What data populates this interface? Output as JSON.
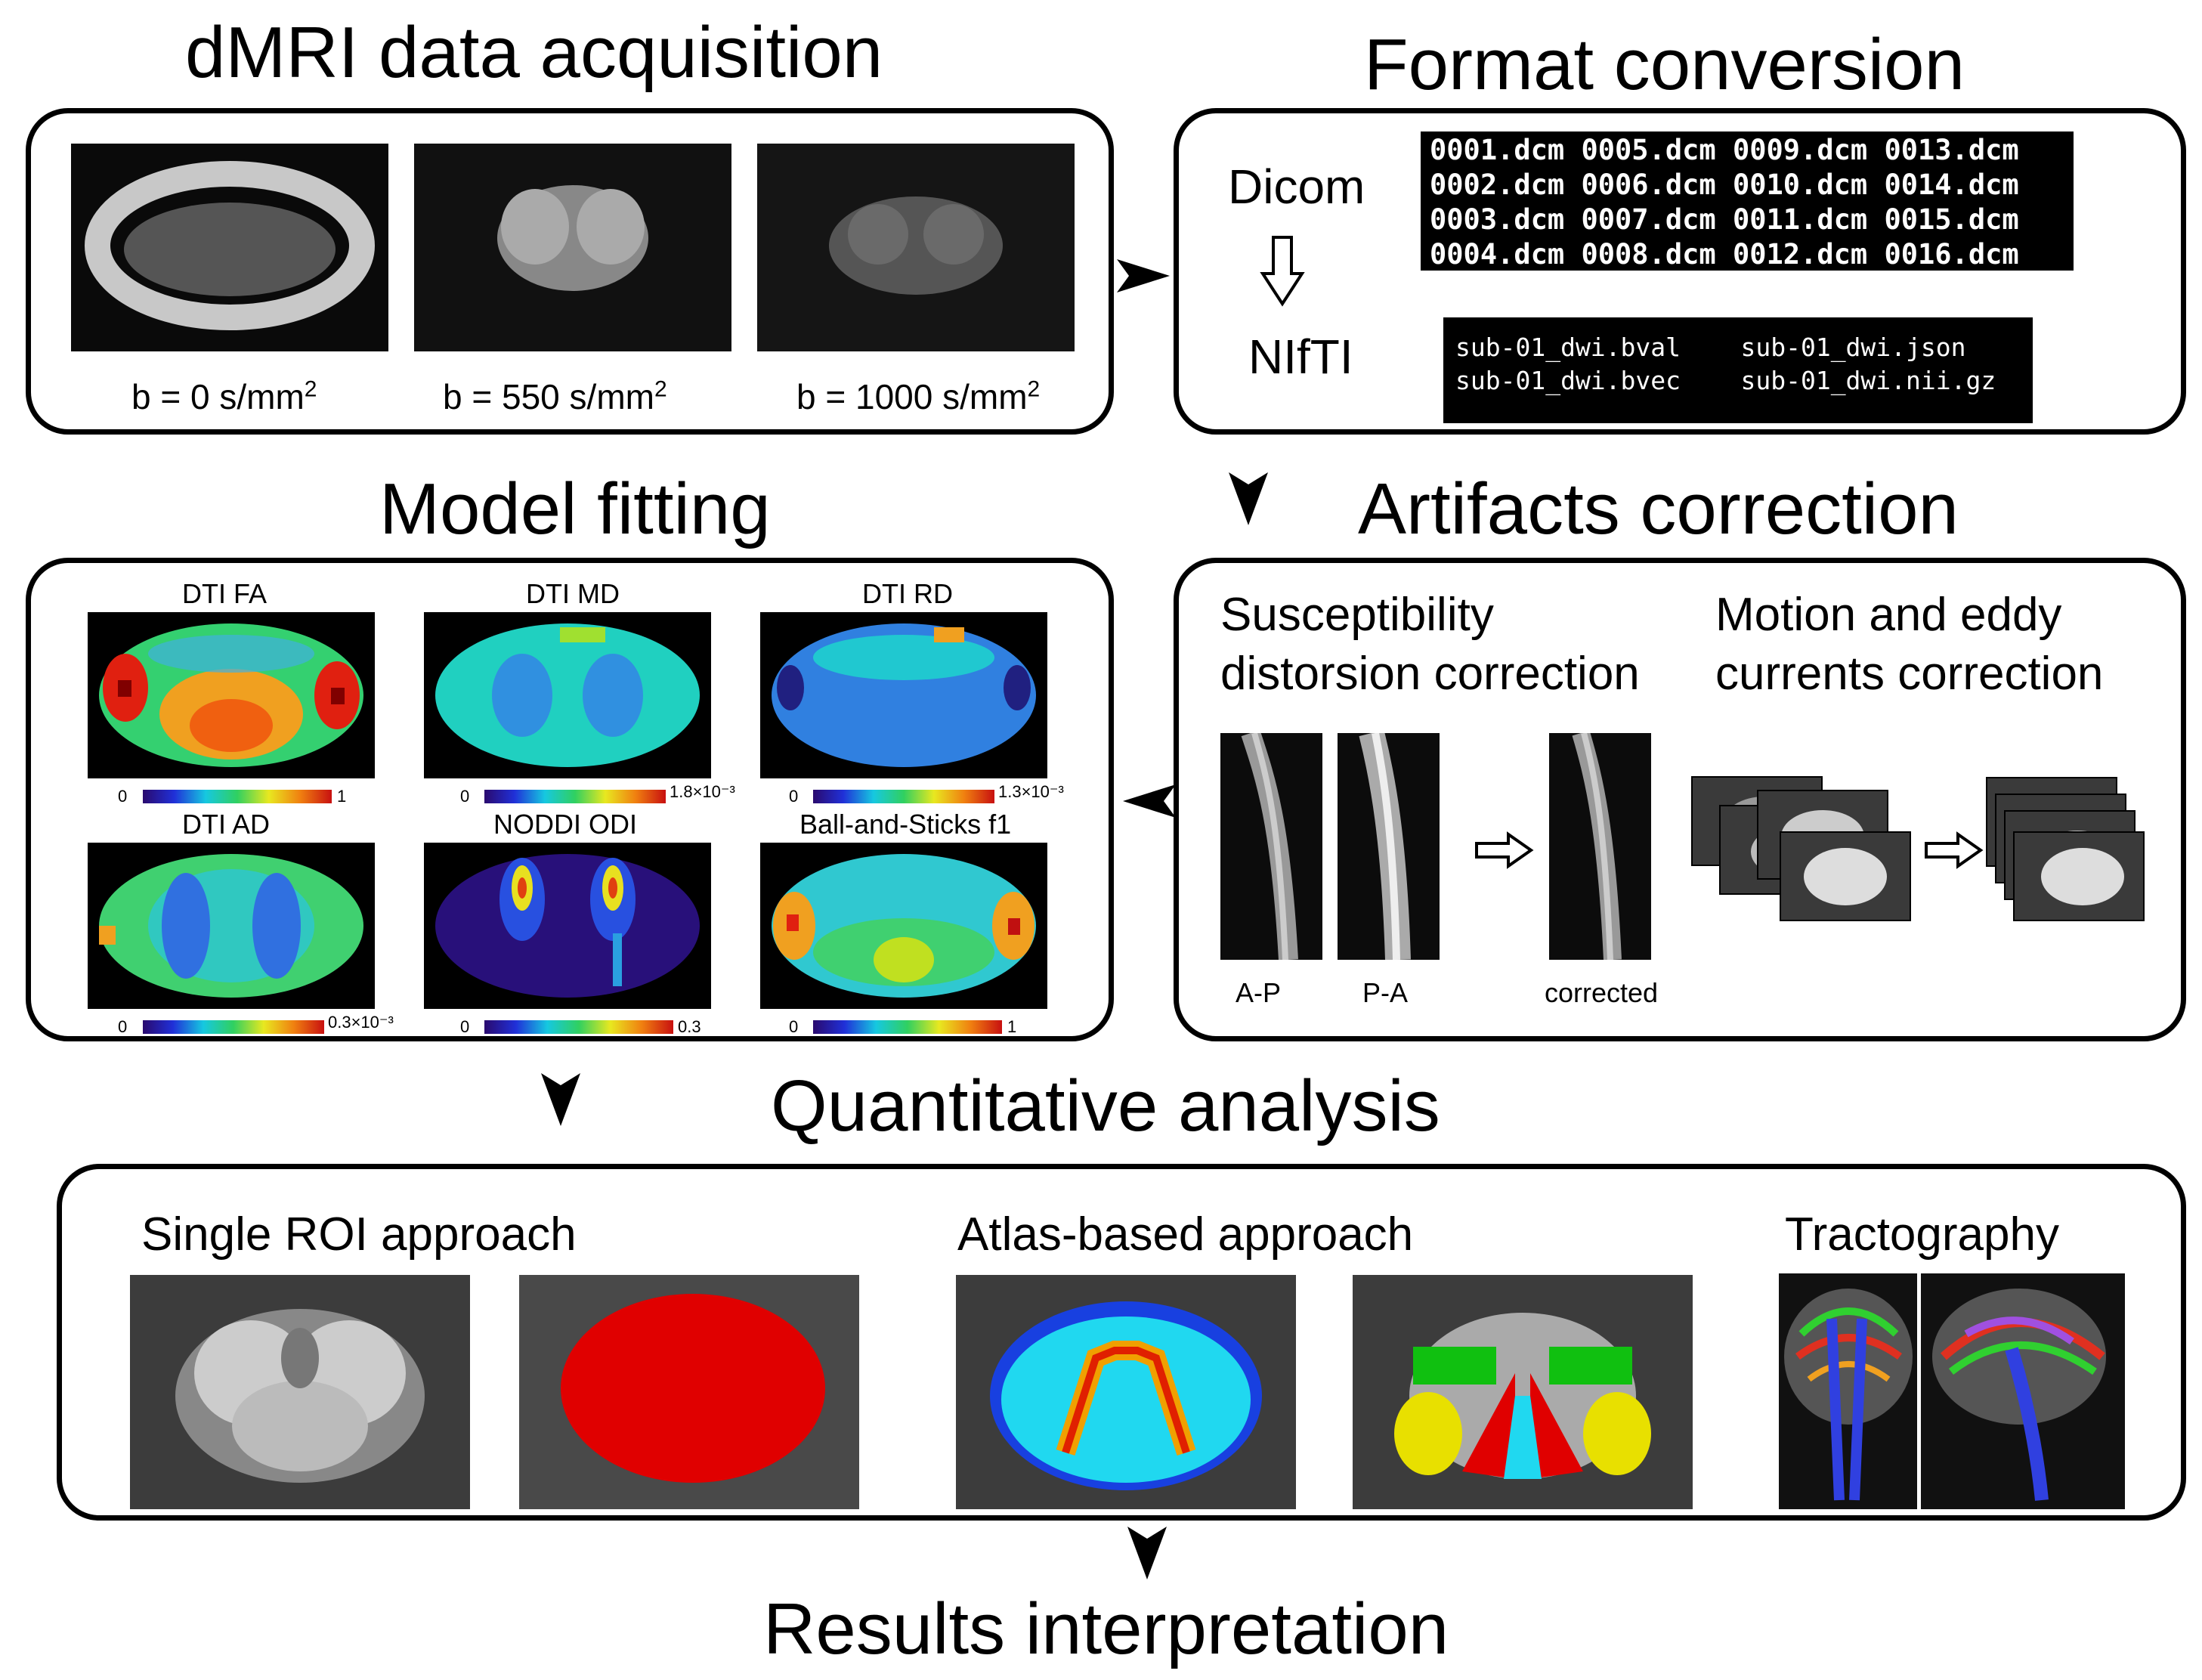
{
  "titles": {
    "acquisition": "dMRI data acquisition",
    "conversion": "Format conversion",
    "fitting": "Model fitting",
    "artifacts": "Artifacts correction",
    "quantitative": "Quantitative analysis",
    "results": "Results interpretation"
  },
  "acquisition": {
    "b_labels": [
      "b = 0 s/mm",
      "b = 550 s/mm",
      "b = 1000 s/mm"
    ],
    "superscript": "2"
  },
  "conversion": {
    "dicom_label": "Dicom",
    "nifti_label": "NIfTI",
    "dicom_files": "0001.dcm 0005.dcm 0009.dcm 0013.dcm\n0002.dcm 0006.dcm 0010.dcm 0014.dcm\n0003.dcm 0007.dcm 0011.dcm 0015.dcm\n0004.dcm 0008.dcm 0012.dcm 0016.dcm",
    "nifti_files": "sub-01_dwi.bval    sub-01_dwi.json\nsub-01_dwi.bvec    sub-01_dwi.nii.gz"
  },
  "fitting": {
    "maps": [
      {
        "title": "DTI FA",
        "min": "0",
        "max": "1"
      },
      {
        "title": "DTI MD",
        "min": "0",
        "max": "1.8×10⁻³"
      },
      {
        "title": "DTI RD",
        "min": "0",
        "max": "1.3×10⁻³"
      },
      {
        "title": "DTI AD",
        "min": "0",
        "max": "0.3×10⁻³"
      },
      {
        "title": "NODDI ODI",
        "min": "0",
        "max": "0.3"
      },
      {
        "title": "Ball-and-Sticks f1",
        "min": "0",
        "max": "1"
      }
    ]
  },
  "artifacts": {
    "susceptibility": "Susceptibility\ndistorsion correction",
    "motion": "Motion and eddy\ncurrents correction",
    "ap_label": "A-P",
    "pa_label": "P-A",
    "corrected_label": "corrected"
  },
  "quantitative": {
    "single_roi": "Single ROI approach",
    "atlas": "Atlas-based approach",
    "tractography": "Tractography"
  },
  "colors": {
    "roi_red": "#e00000",
    "atlas_cyan": "#20d8f0",
    "atlas_green": "#10c010",
    "atlas_yellow": "#e8e000"
  }
}
